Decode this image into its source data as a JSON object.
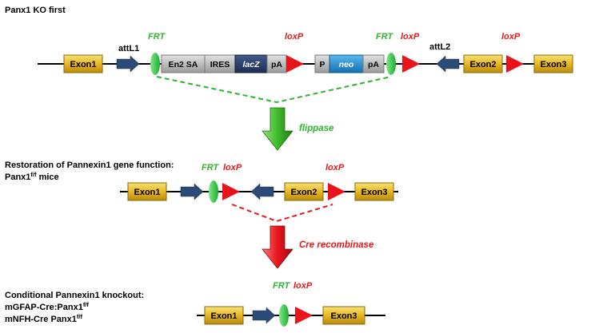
{
  "sections": {
    "ko_first": {
      "title": "Panx1  KO first",
      "elements": {
        "exon1": "Exon1",
        "attl1": "attL1",
        "frt1": "FRT",
        "en2sa": "En2 SA",
        "ires": "IRES",
        "lacz": "lacZ",
        "pa1": "pA",
        "loxp1": "loxP",
        "p": "P",
        "neo": "neo",
        "pa2": "pA",
        "frt2": "FRT",
        "loxp2": "loxP",
        "attl2": "attL2",
        "loxp3": "loxP",
        "exon2": "Exon2",
        "exon3": "Exon3"
      }
    },
    "restoration": {
      "title_line1": "Restoration  of Pannexin1 gene function:",
      "title_line2_base": "Panx1",
      "title_line2_sup": "f/f",
      "title_line2_tail": " mice",
      "elements": {
        "exon1": "Exon1",
        "frt": "FRT",
        "loxp1": "loxP",
        "exon2": "Exon2",
        "loxp2": "loxP",
        "exon3": "Exon3"
      }
    },
    "conditional": {
      "title_line1": "Conditional  Pannexin1 knockout:",
      "title_line2_base": "mGFAP-Cre:Panx1",
      "title_line2_sup": "f/f",
      "title_line3_base": "mNFH-Cre Panx1",
      "title_line3_sup": "f/f",
      "elements": {
        "frt": "FRT",
        "loxp": "loxP",
        "exon1": "Exon1",
        "exon3": "Exon3"
      }
    }
  },
  "enzymes": {
    "flippase": "flippase",
    "cre": "Cre recombinase"
  },
  "colors": {
    "exon": "#e8b820",
    "frt": "#2fcf4a",
    "loxp": "#e8141a",
    "att_arrow": "#2b4a78",
    "cassette_box": "#bdbdbd",
    "lacz_box": "#2a3d6b",
    "neo_box": "#1e8fd6",
    "flp_arrow": "#3dbb2a",
    "cre_arrow": "#e8141a"
  }
}
